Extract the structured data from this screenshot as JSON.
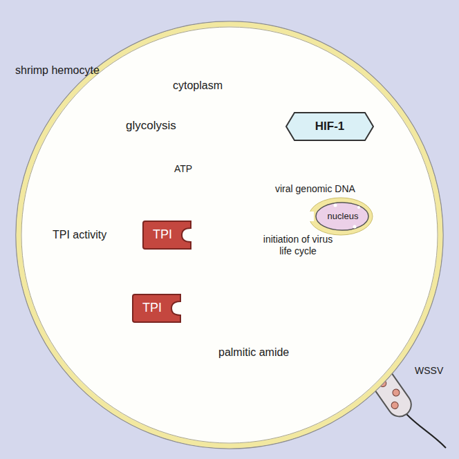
{
  "diagram": {
    "nodes": [
      {
        "text": [
          "shrimp hemocyte",
          "cytoplasm"
        ]
      },
      {
        "text": [
          "HIF-1"
        ],
        "in": 0
      },
      {
        "text": [
          "nucleus"
        ],
        "in": 0
      },
      {
        "text": [
          "TPI"
        ],
        "in": 0
      },
      {
        "text": [
          "TPI"
        ],
        "in": 0
      }
    ],
    "labels": [
      "glycolysis",
      "ATP",
      "viral genomic DNA",
      "initiation of virus life cycle",
      "TPI activity",
      "palmitic amide",
      "WSSV"
    ]
  }
}
